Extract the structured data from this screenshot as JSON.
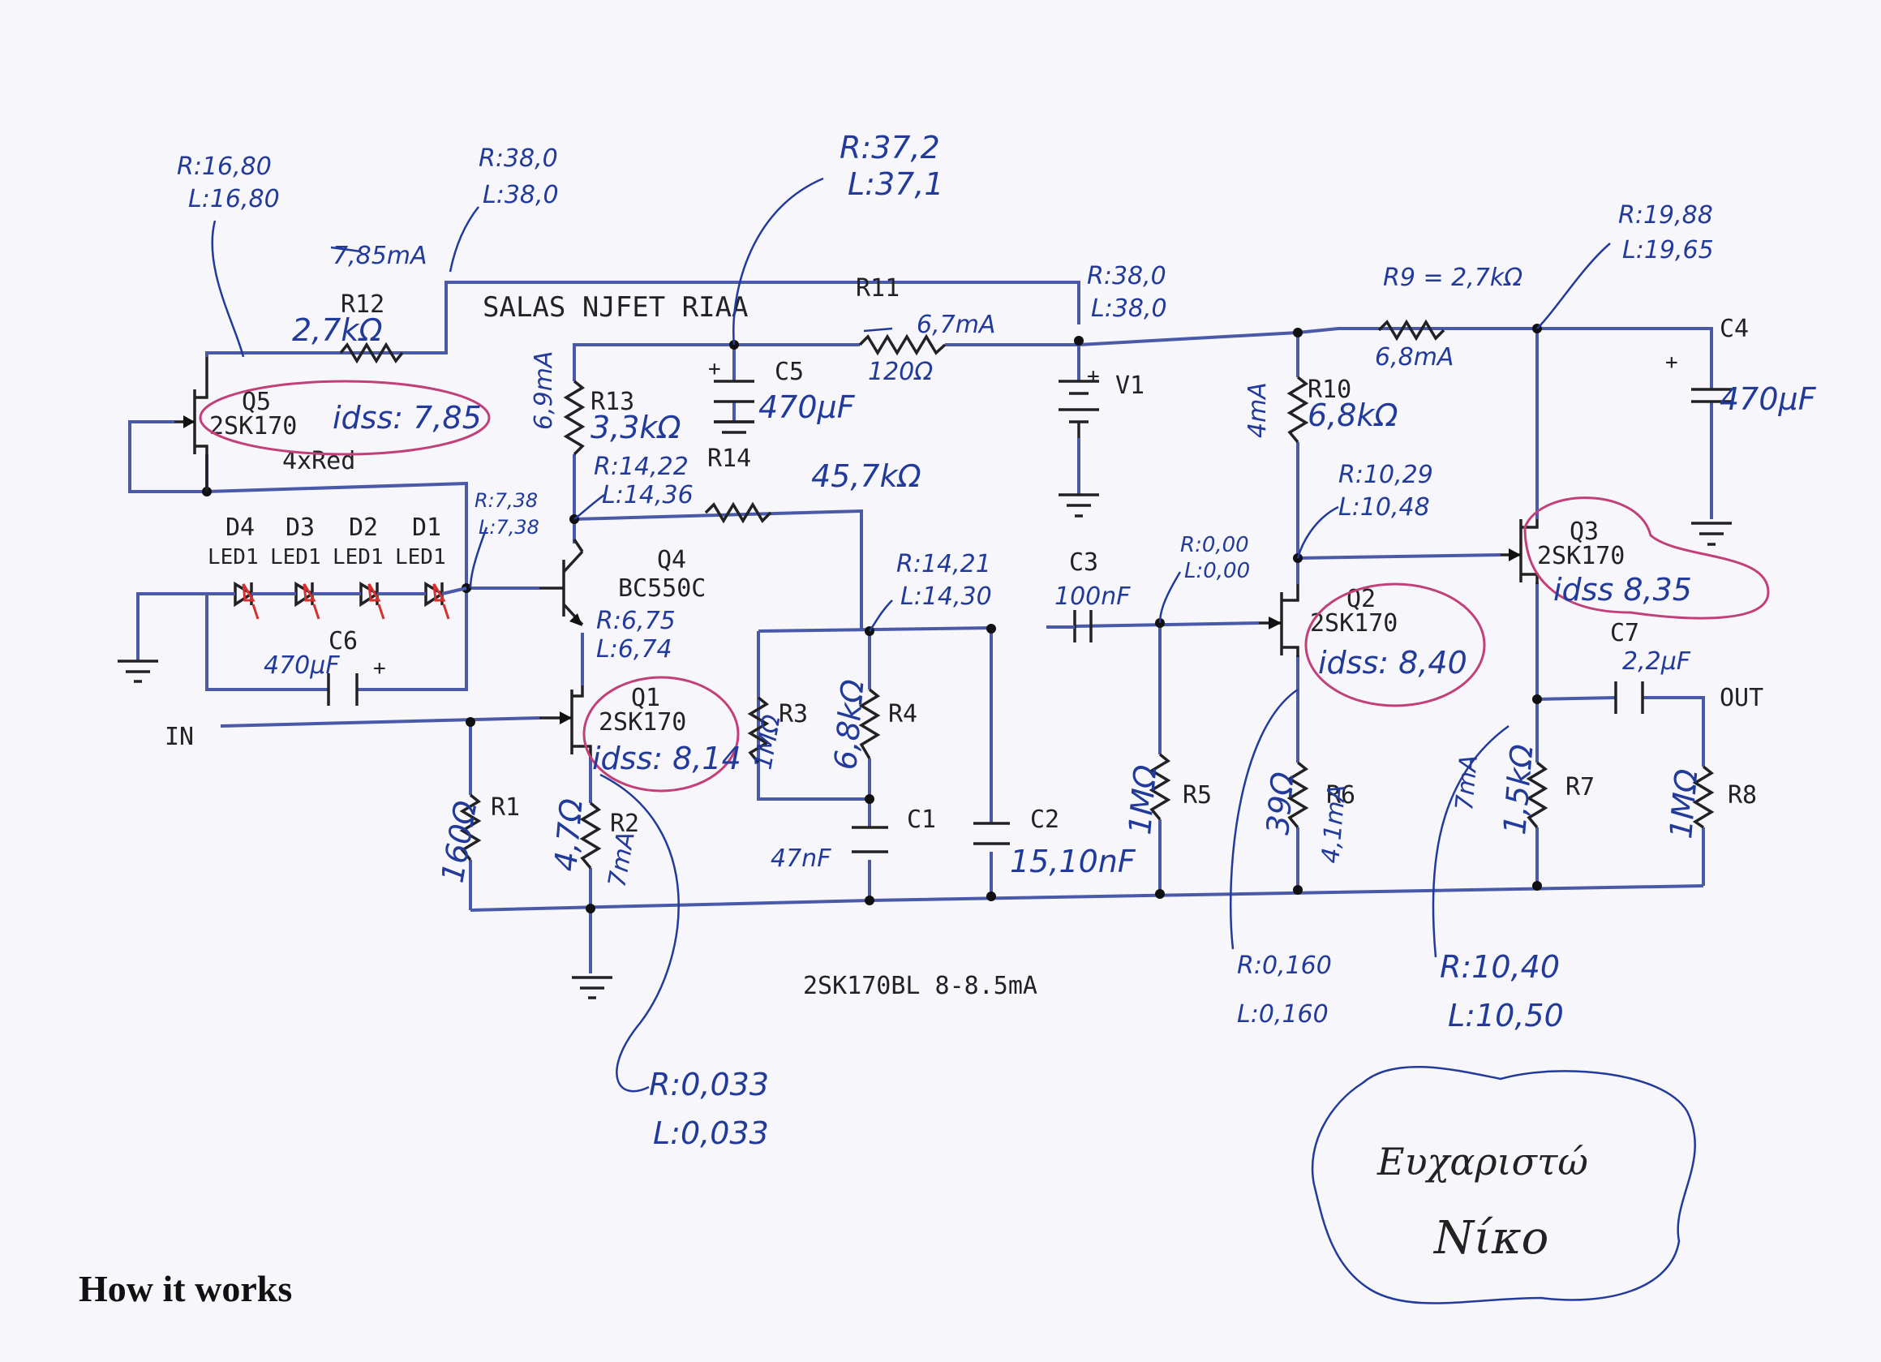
{
  "title": "SALAS NJFET RIAA",
  "footer_note": "2SK170BL 8-8.5mA",
  "caption": "How it works",
  "thanks": {
    "line1": "Ευχαριστώ",
    "line2": "Νίκο"
  },
  "labels": {
    "in": "IN",
    "out": "OUT",
    "v1": "V1",
    "leds": "4xRed",
    "d4": "D4",
    "d3": "D3",
    "d2": "D2",
    "d1": "D1",
    "led4": "LED1",
    "led3": "LED1",
    "led2": "LED1",
    "led1": "LED1",
    "q1": "Q1",
    "q1_type": "2SK170",
    "q2": "Q2",
    "q2_type": "2SK170",
    "q3": "Q3",
    "q3_type": "2SK170",
    "q4": "Q4",
    "q4_type": "BC550C",
    "q5": "Q5",
    "q5_type": "2SK170",
    "r1": "R1",
    "r2": "R2",
    "r3": "R3",
    "r4": "R4",
    "r5": "R5",
    "r6": "R6",
    "r7": "R7",
    "r8": "R8",
    "r10": "R10",
    "r11": "R11",
    "r12": "R12",
    "r13": "R13",
    "r14": "R14",
    "c1": "C1",
    "c2": "C2",
    "c3": "C3",
    "c4": "C4",
    "c5": "C5",
    "c6": "C6",
    "c7": "C7"
  },
  "handwritten": {
    "r12_val": "2,7kΩ",
    "r12_current": "7,85mA",
    "r11_val": "120Ω",
    "r11_current": "6,7mA",
    "r9": "R9 = 2,7kΩ",
    "r9_current": "6,8mA",
    "r13_val": "3,3kΩ",
    "r13_current": "6,9mA",
    "r10_val": "6,8kΩ",
    "r10_current": "4mA",
    "r14_val": "45,7kΩ",
    "r1_val": "160Ω",
    "r2_val": "4,7Ω",
    "r2_current": "7mA",
    "r3_val": "1MΩ",
    "r4_val": "6,8kΩ",
    "r5_val": "1MΩ",
    "r6_val": "39Ω",
    "r6_current": "4,1mA",
    "r7_val": "1,5kΩ",
    "r7_current": "7mA",
    "r8_val": "1MΩ",
    "c1_val": "47nF",
    "c2_val": "15,10nF",
    "c3_val": "100nF",
    "c4_val": "470μF",
    "c5_val": "470μF",
    "c6_val": "470μF",
    "c7_val": "2,2μF",
    "q5_idss": "idss: 7,85",
    "q1_idss": "idss: 8,14",
    "q2_idss": "idss: 8,40",
    "q3_idss": "idss 8,35",
    "m1_r": "R:16,80",
    "m1_l": "L:16,80",
    "m2_r": "R:38,0",
    "m2_l": "L:38,0",
    "m3_r": "R:37,2",
    "m3_l": "L:37,1",
    "m4_r": "R:38,0",
    "m4_l": "L:38,0",
    "m5_r": "R:19,88",
    "m5_l": "L:19,65",
    "m6_r": "R:7,38",
    "m6_l": "L:7,38",
    "m7_r": "R:14,22",
    "m7_l": "L:14,36",
    "m8_r": "R:6,75",
    "m8_l": "L:6,74",
    "m9_r": "R:14,21",
    "m9_l": "L:14,30",
    "m10_r": "R:0,00",
    "m10_l": "L:0,00",
    "m11_r": "R:10,29",
    "m11_l": "L:10,48",
    "m12_r": "R:0,160",
    "m12_l": "L:0,160",
    "m13_r": "R:10,40",
    "m13_l": "L:10,50",
    "m14_r": "R:0,033",
    "m14_l": "L:0,033"
  },
  "colors": {
    "wire": "#4a5aa8",
    "ink": "#223a9a",
    "circle": "#c2407a",
    "led": "#d83030"
  }
}
